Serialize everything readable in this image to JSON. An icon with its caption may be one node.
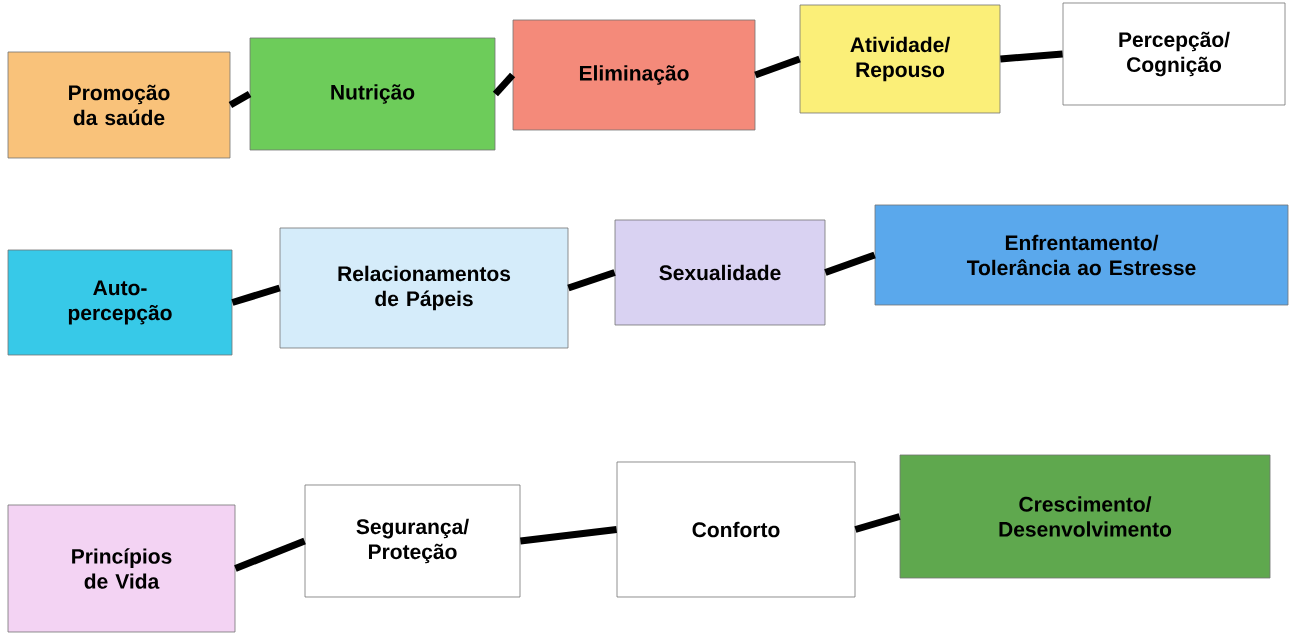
{
  "diagram": {
    "nodes": [
      {
        "text": [
          "Promoção da saúde"
        ]
      },
      {
        "text": [
          "Nutrição"
        ]
      },
      {
        "text": [
          "Eliminação"
        ]
      },
      {
        "text": [
          "Atividade/ Repouso"
        ]
      },
      {
        "text": [
          "Percepção/ Cognição"
        ]
      },
      {
        "text": [
          "Auto-percepção"
        ]
      },
      {
        "text": [
          "Relacionamentos de Pápeis"
        ]
      },
      {
        "text": [
          "Sexualidade"
        ]
      },
      {
        "text": [
          "Enfrentamento/ Tolerância ao Estresse"
        ]
      },
      {
        "text": [
          "Princípios de Vida"
        ]
      },
      {
        "text": [
          "Segurança/ Proteção"
        ]
      },
      {
        "text": [
          "Conforto"
        ]
      },
      {
        "text": [
          "Crescimento/ Desenvolvimento"
        ]
      }
    ],
    "edges": [
      {
        "from": 0,
        "to": 1,
        "arrow": "none"
      },
      {
        "from": 1,
        "to": 2,
        "arrow": "none"
      },
      {
        "from": 2,
        "to": 3,
        "arrow": "none"
      },
      {
        "from": 3,
        "to": 4,
        "arrow": "none"
      },
      {
        "from": 5,
        "to": 6,
        "arrow": "none"
      },
      {
        "from": 6,
        "to": 7,
        "arrow": "none"
      },
      {
        "from": 7,
        "to": 8,
        "arrow": "none"
      },
      {
        "from": 9,
        "to": 10,
        "arrow": "none"
      },
      {
        "from": 10,
        "to": 11,
        "arrow": "none"
      },
      {
        "from": 11,
        "to": 12,
        "arrow": "none"
      }
    ]
  }
}
